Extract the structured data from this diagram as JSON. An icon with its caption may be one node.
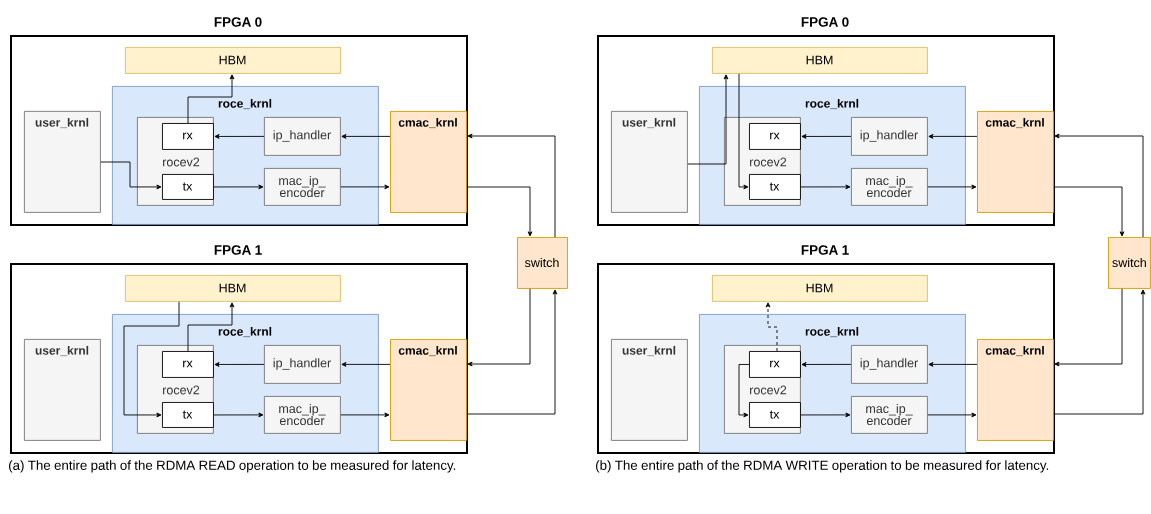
{
  "diagram": {
    "nodes": [
      {
        "text": [
          "FPGA 0"
        ]
      },
      {
        "text": [
          "HBM"
        ],
        "in": 0
      },
      {
        "text": [
          "roce_krnl"
        ],
        "in": 0
      },
      {
        "text": [
          "user_krnl"
        ],
        "in": 0
      },
      {
        "text": [
          "rocev2"
        ],
        "in": 2
      },
      {
        "text": [
          "rx"
        ],
        "in": 4
      },
      {
        "text": [
          "tx"
        ],
        "in": 4
      },
      {
        "text": [
          "ip_handler"
        ],
        "in": 2
      },
      {
        "text": [
          "mac_ip_ encoder"
        ],
        "in": 2
      },
      {
        "text": [
          "cmac_krnl"
        ],
        "in": 0
      },
      {
        "text": [
          "switch"
        ]
      },
      {
        "text": [
          "FPGA 1"
        ]
      },
      {
        "text": [
          "HBM"
        ],
        "in": 11
      },
      {
        "text": [
          "roce_krnl"
        ],
        "in": 11
      },
      {
        "text": [
          "user_krnl"
        ],
        "in": 11
      },
      {
        "text": [
          "rocev2"
        ],
        "in": 13
      },
      {
        "text": [
          "rx"
        ],
        "in": 15
      },
      {
        "text": [
          "tx"
        ],
        "in": 15
      },
      {
        "text": [
          "ip_handler"
        ],
        "in": 13
      },
      {
        "text": [
          "mac_ip_ encoder"
        ],
        "in": 13
      },
      {
        "text": [
          "cmac_krnl"
        ],
        "in": 11
      },
      {
        "text": [
          "FPGA 0"
        ]
      },
      {
        "text": [
          "HBM"
        ],
        "in": 21
      },
      {
        "text": [
          "roce_krnl"
        ],
        "in": 21
      },
      {
        "text": [
          "user_krnl"
        ],
        "in": 21
      },
      {
        "text": [
          "rocev2"
        ],
        "in": 23
      },
      {
        "text": [
          "rx"
        ],
        "in": 25
      },
      {
        "text": [
          "tx"
        ],
        "in": 25
      },
      {
        "text": [
          "ip_handler"
        ],
        "in": 23
      },
      {
        "text": [
          "mac_ip_ encoder"
        ],
        "in": 23
      },
      {
        "text": [
          "cmac_krnl"
        ],
        "in": 21
      },
      {
        "text": [
          "switch"
        ]
      },
      {
        "text": [
          "FPGA 1"
        ]
      },
      {
        "text": [
          "HBM"
        ],
        "in": 32
      },
      {
        "text": [
          "roce_krnl"
        ],
        "in": 32
      },
      {
        "text": [
          "user_krnl"
        ],
        "in": 32
      },
      {
        "text": [
          "rocev2"
        ],
        "in": 34
      },
      {
        "text": [
          "rx"
        ],
        "in": 36
      },
      {
        "text": [
          "tx"
        ],
        "in": 36
      },
      {
        "text": [
          "ip_handler"
        ],
        "in": 34
      },
      {
        "text": [
          "mac_ip_ encoder"
        ],
        "in": 34
      },
      {
        "text": [
          "cmac_krnl"
        ],
        "in": 32
      }
    ],
    "edges": [
      {
        "from": 3,
        "to": 6,
        "arrow": "to"
      },
      {
        "from": 5,
        "to": 1,
        "arrow": "to"
      },
      {
        "from": 9,
        "to": 7,
        "arrow": "to"
      },
      {
        "from": 7,
        "to": 5,
        "arrow": "to"
      },
      {
        "from": 6,
        "to": 8,
        "arrow": "to"
      },
      {
        "from": 8,
        "to": 9,
        "arrow": "to"
      },
      {
        "from": 9,
        "to": 10,
        "arrow": "to"
      },
      {
        "from": 10,
        "to": 20,
        "arrow": "to"
      },
      {
        "from": 20,
        "to": 10,
        "arrow": "to"
      },
      {
        "from": 10,
        "to": 9,
        "arrow": "to"
      },
      {
        "from": 12,
        "to": 17,
        "arrow": "to"
      },
      {
        "from": 16,
        "to": 12,
        "arrow": "to"
      },
      {
        "from": 20,
        "to": 18,
        "arrow": "to"
      },
      {
        "from": 18,
        "to": 16,
        "arrow": "to"
      },
      {
        "from": 17,
        "to": 19,
        "arrow": "to"
      },
      {
        "from": 19,
        "to": 20,
        "arrow": "to"
      },
      {
        "from": 24,
        "to": 22,
        "arrow": "to"
      },
      {
        "from": 22,
        "to": 27,
        "arrow": "to"
      },
      {
        "from": 30,
        "to": 28,
        "arrow": "to"
      },
      {
        "from": 28,
        "to": 26,
        "arrow": "to"
      },
      {
        "from": 27,
        "to": 29,
        "arrow": "to"
      },
      {
        "from": 29,
        "to": 30,
        "arrow": "to"
      },
      {
        "from": 30,
        "to": 31,
        "arrow": "to"
      },
      {
        "from": 31,
        "to": 41,
        "arrow": "to"
      },
      {
        "from": 41,
        "to": 31,
        "arrow": "to"
      },
      {
        "from": 31,
        "to": 30,
        "arrow": "to"
      },
      {
        "from": 37,
        "to": 33,
        "arrow": "to",
        "style": "dashed"
      },
      {
        "from": 37,
        "to": 38,
        "arrow": "to"
      },
      {
        "from": 41,
        "to": 39,
        "arrow": "to"
      },
      {
        "from": 39,
        "to": 37,
        "arrow": "to"
      },
      {
        "from": 38,
        "to": 40,
        "arrow": "to"
      },
      {
        "from": 40,
        "to": 41,
        "arrow": "to"
      }
    ],
    "labels": [
      "(a) The entire path of the RDMA READ operation to be measured for latency.",
      "(b) The entire path of the RDMA WRITE operation to be measured for latency."
    ]
  }
}
